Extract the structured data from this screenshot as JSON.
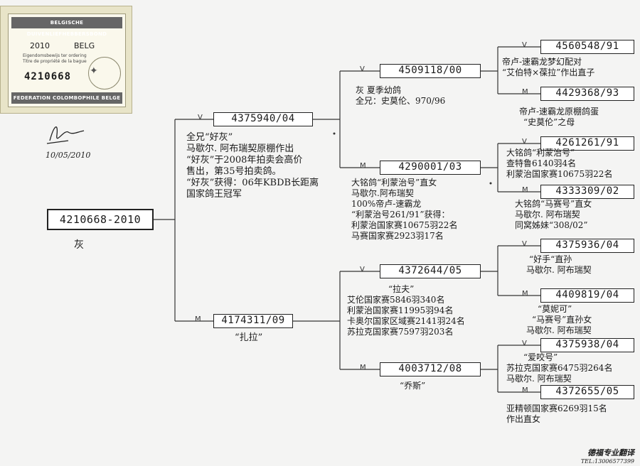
{
  "stamp": {
    "title": "BELGISCHE DUIVENLIEFHEBBERSBOND",
    "year": "2010",
    "country": "BELG",
    "line1": "Eigendomsbewijs ter ordering",
    "line2": "Titre de propriété de la bague",
    "number": "4210668",
    "footer": "FEDERATION COLOMBOPHILE BELGE"
  },
  "signature": {
    "date": "10/05/2010"
  },
  "subject": {
    "ring": "4210668-2010",
    "color": "灰"
  },
  "symbols": {
    "male": "V",
    "female": "M"
  },
  "sire": {
    "ring": "4375940/04",
    "notes": [
      "全兄“好灰”",
      "马歇尔. 阿布瑞契原棚作出",
      "“好灰”于2008年拍卖会高价",
      "售出，第35号拍卖鸽。",
      "“好灰”获得：06年KBDB长距离",
      "国家鸽王冠军"
    ]
  },
  "dam": {
    "ring": "4174311/09",
    "notes": [
      "“扎拉”"
    ]
  },
  "ss": {
    "ring": "4509118/00",
    "notes": [
      "灰  夏季幼鸽",
      "全兄：史莫伦、970/96"
    ]
  },
  "sd": {
    "ring": "4290001/03",
    "notes": [
      "大铭鸽“利蒙治号”直女",
      "马歇尔.阿布瑞契",
      "100%帝卢-速霸龙",
      "“利蒙治号261/91”获得：",
      "利蒙治国家赛10675羽22名",
      "马赛国家赛2923羽17名"
    ]
  },
  "ds": {
    "ring": "4372644/05",
    "notes": [
      "“拉夫”",
      "艾伦国家赛5846羽340名",
      "利蒙治国家赛11995羽94名",
      "卡奥尔国家区域赛2141羽24名",
      "苏拉克国家赛7597羽203名"
    ]
  },
  "dd": {
    "ring": "4003712/08",
    "notes": [
      "“乔斯”"
    ]
  },
  "sss": {
    "ring": "4560548/91",
    "notes": [
      "帝卢-速霸龙梦幻配对",
      "“艾伯特×葆拉”作出直子"
    ]
  },
  "ssd": {
    "ring": "4429368/93",
    "notes": [
      "帝卢-速霸龙原棚鸽蛋",
      "“史莫伦”之母"
    ]
  },
  "sds": {
    "ring": "4261261/91",
    "notes": [
      "大铭鸽“利蒙治号”",
      "查特鲁6140羽4名",
      "利蒙治国家赛10675羽22名"
    ]
  },
  "sdd": {
    "ring": "4333309/02",
    "notes": [
      "大铭鸽“马赛号”直女",
      "马歇尔. 阿布瑞契",
      "同窝姊妹“308/02”"
    ]
  },
  "dss": {
    "ring": "4375936/04",
    "notes": [
      "“好手“直孙",
      "马歇尔. 阿布瑞契"
    ]
  },
  "dsd": {
    "ring": "4409819/04",
    "notes": [
      "“莫妮可”",
      "“马赛号”直孙女",
      "马歇尔. 阿布瑞契"
    ]
  },
  "dds": {
    "ring": "4375938/04",
    "notes": [
      "“爱咬号”",
      "苏拉克国家赛6475羽264名",
      "马歇尔. 阿布瑞契"
    ]
  },
  "ddd": {
    "ring": "4372655/05",
    "notes": [
      "亚精顿国家赛6269羽15名",
      "作出直女"
    ]
  },
  "footer": {
    "brand": "德福专业翻译",
    "tel": "TEL:13006577399"
  }
}
